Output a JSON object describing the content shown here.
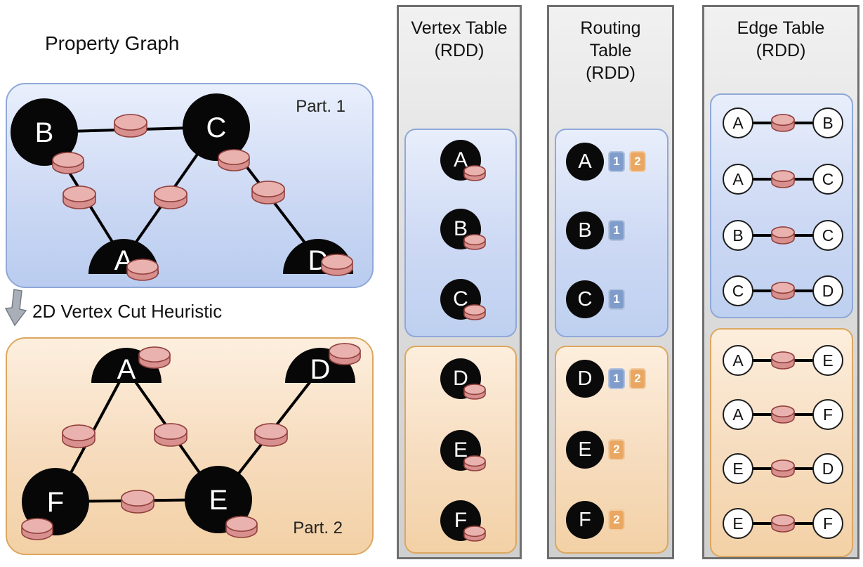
{
  "property_graph_title": "Property Graph",
  "cut_heuristic_label": "2D Vertex Cut Heuristic",
  "partitions": [
    {
      "label": "Part. 1"
    },
    {
      "label": "Part. 2"
    }
  ],
  "graph": {
    "part1": {
      "nodes": [
        "B",
        "C",
        "A",
        "D"
      ],
      "edges": [
        [
          "B",
          "C"
        ],
        [
          "B",
          "A"
        ],
        [
          "C",
          "A"
        ],
        [
          "C",
          "D"
        ]
      ]
    },
    "part2": {
      "nodes": [
        "A",
        "D",
        "F",
        "E"
      ],
      "edges": [
        [
          "A",
          "F"
        ],
        [
          "A",
          "E"
        ],
        [
          "F",
          "E"
        ],
        [
          "E",
          "D"
        ]
      ]
    }
  },
  "vertex_table": {
    "title_lines": [
      "Vertex Table",
      "(RDD)"
    ],
    "partition1": [
      "A",
      "B",
      "C"
    ],
    "partition2": [
      "D",
      "E",
      "F"
    ]
  },
  "routing_table": {
    "title_lines": [
      "Routing",
      "Table",
      "(RDD)"
    ],
    "partition1": [
      {
        "vertex": "A",
        "partitions": [
          "1",
          "2"
        ]
      },
      {
        "vertex": "B",
        "partitions": [
          "1"
        ]
      },
      {
        "vertex": "C",
        "partitions": [
          "1"
        ]
      }
    ],
    "partition2": [
      {
        "vertex": "D",
        "partitions": [
          "1",
          "2"
        ]
      },
      {
        "vertex": "E",
        "partitions": [
          "2"
        ]
      },
      {
        "vertex": "F",
        "partitions": [
          "2"
        ]
      }
    ]
  },
  "edge_table": {
    "title_lines": [
      "Edge Table",
      "(RDD)"
    ],
    "partition1": [
      [
        "A",
        "B"
      ],
      [
        "A",
        "C"
      ],
      [
        "B",
        "C"
      ],
      [
        "C",
        "D"
      ]
    ],
    "partition2": [
      [
        "A",
        "E"
      ],
      [
        "A",
        "F"
      ],
      [
        "E",
        "D"
      ],
      [
        "E",
        "F"
      ]
    ]
  },
  "colors": {
    "partition_blue_border": "#8fa8d8",
    "partition_orange_border": "#dca75f",
    "badge_blue": "#7f9cca",
    "badge_orange": "#e9a761",
    "cylinder_body": "#d8908e",
    "cylinder_top": "#e9b2ae",
    "cylinder_stroke": "#93413e",
    "node_black": "#070707"
  }
}
